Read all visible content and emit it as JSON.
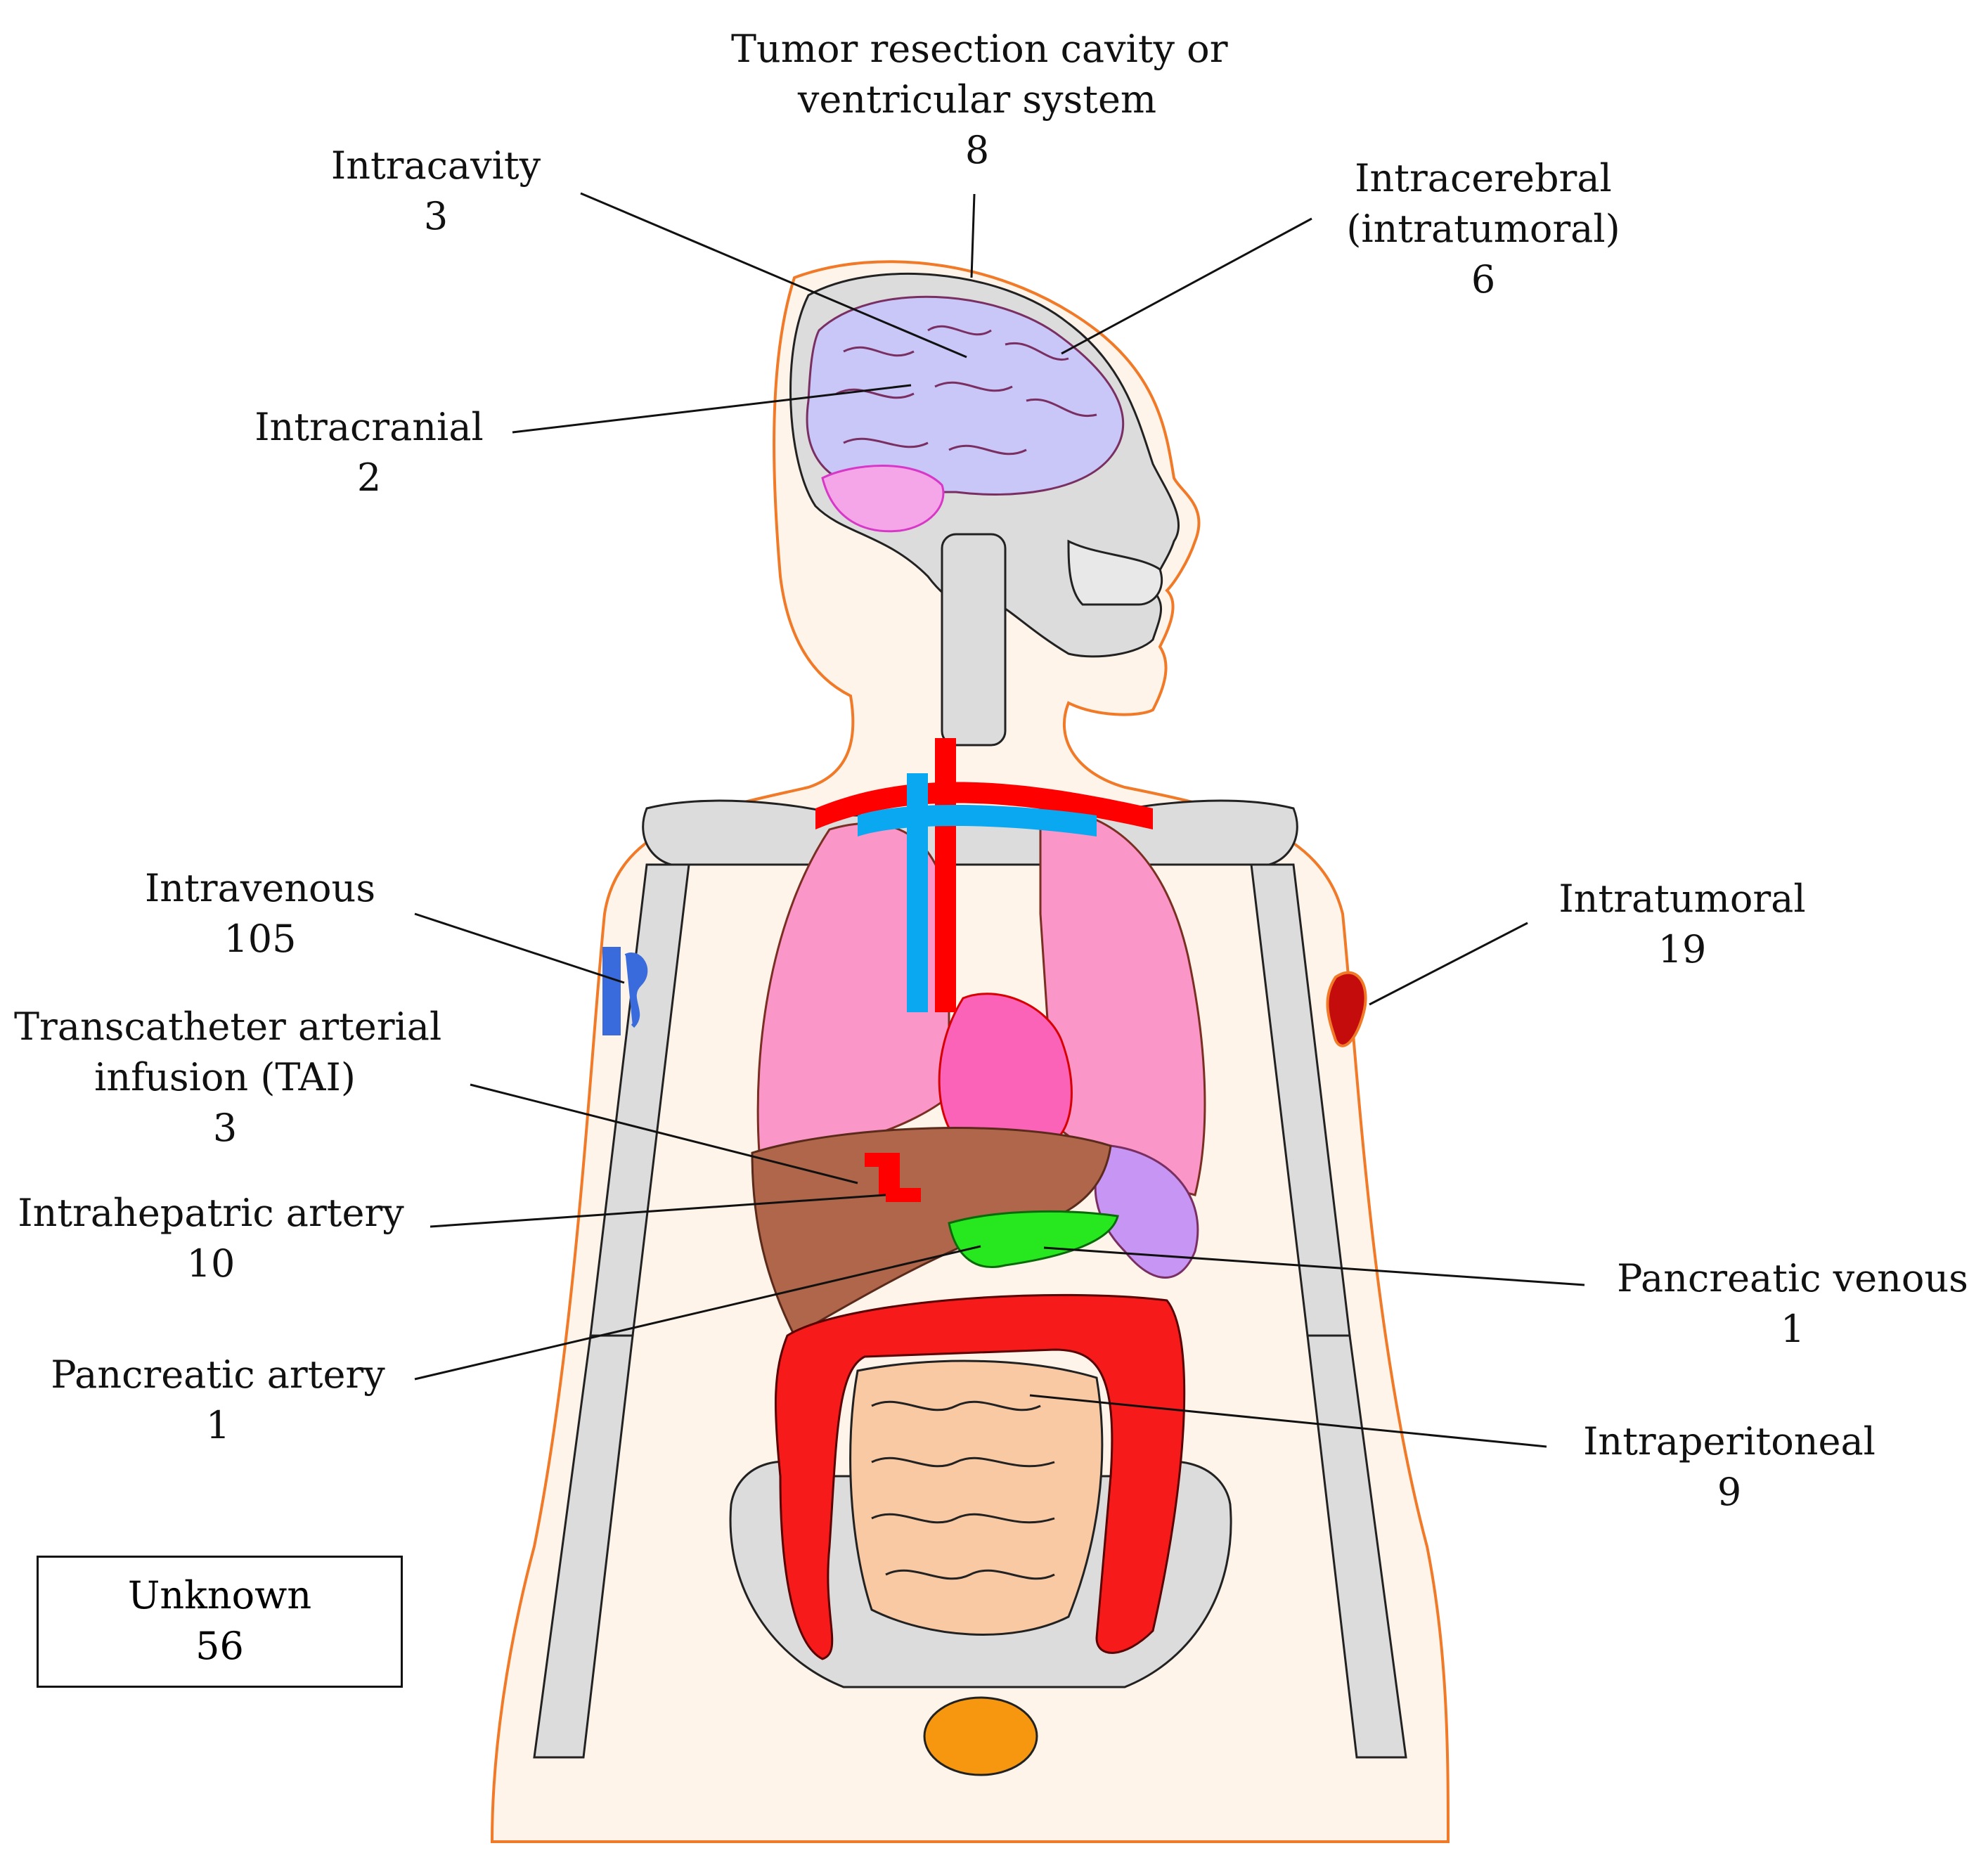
{
  "labels": {
    "tumor_resection": {
      "name_line1": "Tumor resection cavity or",
      "name_line2": "ventricular system",
      "count": "8"
    },
    "intracavity": {
      "name": "Intracavity",
      "count": "3"
    },
    "intracerebral": {
      "name_line1": "Intracerebral",
      "name_line2": "(intratumoral)",
      "count": "6"
    },
    "intracranial": {
      "name": "Intracranial",
      "count": "2"
    },
    "intravenous": {
      "name": "Intravenous",
      "count": "105"
    },
    "intratumoral": {
      "name": "Intratumoral",
      "count": "19"
    },
    "tai": {
      "name_line1": "Transcatheter arterial",
      "name_line2": "infusion (TAI)",
      "count": "3"
    },
    "intrahepatic": {
      "name": "Intrahepatric artery",
      "count": "10"
    },
    "pancreatic_venous": {
      "name": "Pancreatic venous",
      "count": "1"
    },
    "pancreatic_artery": {
      "name": "Pancreatic artery",
      "count": "1"
    },
    "intraperitoneal": {
      "name": "Intraperitoneal",
      "count": "9"
    },
    "unknown": {
      "name": "Unknown",
      "count": "56"
    }
  },
  "colors": {
    "skin": "#fff4ea",
    "skin_outline": "#f07a28",
    "bone": "#dcdcdc",
    "brain": "#c9c7f7",
    "cerebellum": "#f5a6e8",
    "lungs": "#fb96c8",
    "heart": "#fb63b8",
    "artery": "#ff0000",
    "vein": "#0aa8f0",
    "liver": "#b0664a",
    "stomach": "#c796f5",
    "pancreas": "#27e81e",
    "colon": "#f71a1a",
    "small_intestine": "#f9c9a4",
    "bladder": "#f6970f",
    "tumor": "#c40c0c"
  },
  "icons": [
    "human-body-anatomy-figure"
  ]
}
